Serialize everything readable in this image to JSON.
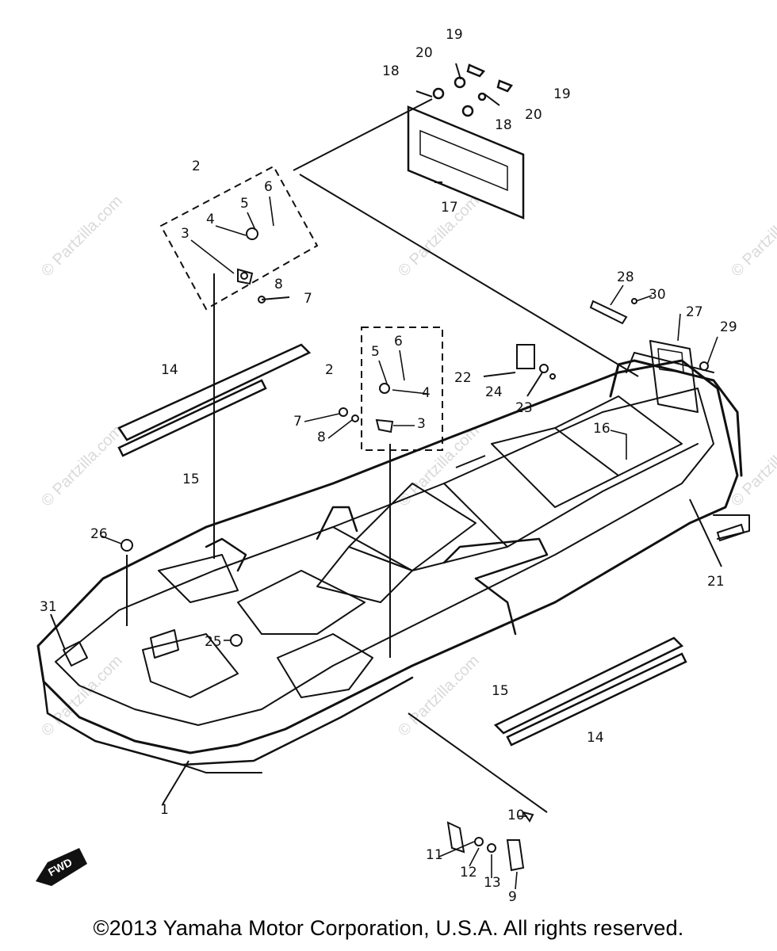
{
  "watermark": "© Partzilla.com",
  "fwd_label": "FWD",
  "copyright": "©2013 Yamaha Motor Corporation, U.S.A. All rights reserved.",
  "callouts": {
    "c1": "1",
    "c2a": "2",
    "c2b": "2",
    "c3a": "3",
    "c3b": "3",
    "c4a": "4",
    "c4b": "4",
    "c5a": "5",
    "c5b": "5",
    "c6a": "6",
    "c6b": "6",
    "c7a": "7",
    "c7b": "7",
    "c8a": "8",
    "c8b": "8",
    "c9": "9",
    "c10": "10",
    "c11": "11",
    "c12": "12",
    "c13": "13",
    "c14a": "14",
    "c14b": "14",
    "c15a": "15",
    "c15b": "15",
    "c16": "16",
    "c17": "17",
    "c18a": "18",
    "c18b": "18",
    "c19a": "19",
    "c19b": "19",
    "c20a": "20",
    "c20b": "20",
    "c21": "21",
    "c22": "22",
    "c23": "23",
    "c24": "24",
    "c25": "25",
    "c26": "26",
    "c27": "27",
    "c28": "28",
    "c29": "29",
    "c30": "30",
    "c31": "31"
  }
}
